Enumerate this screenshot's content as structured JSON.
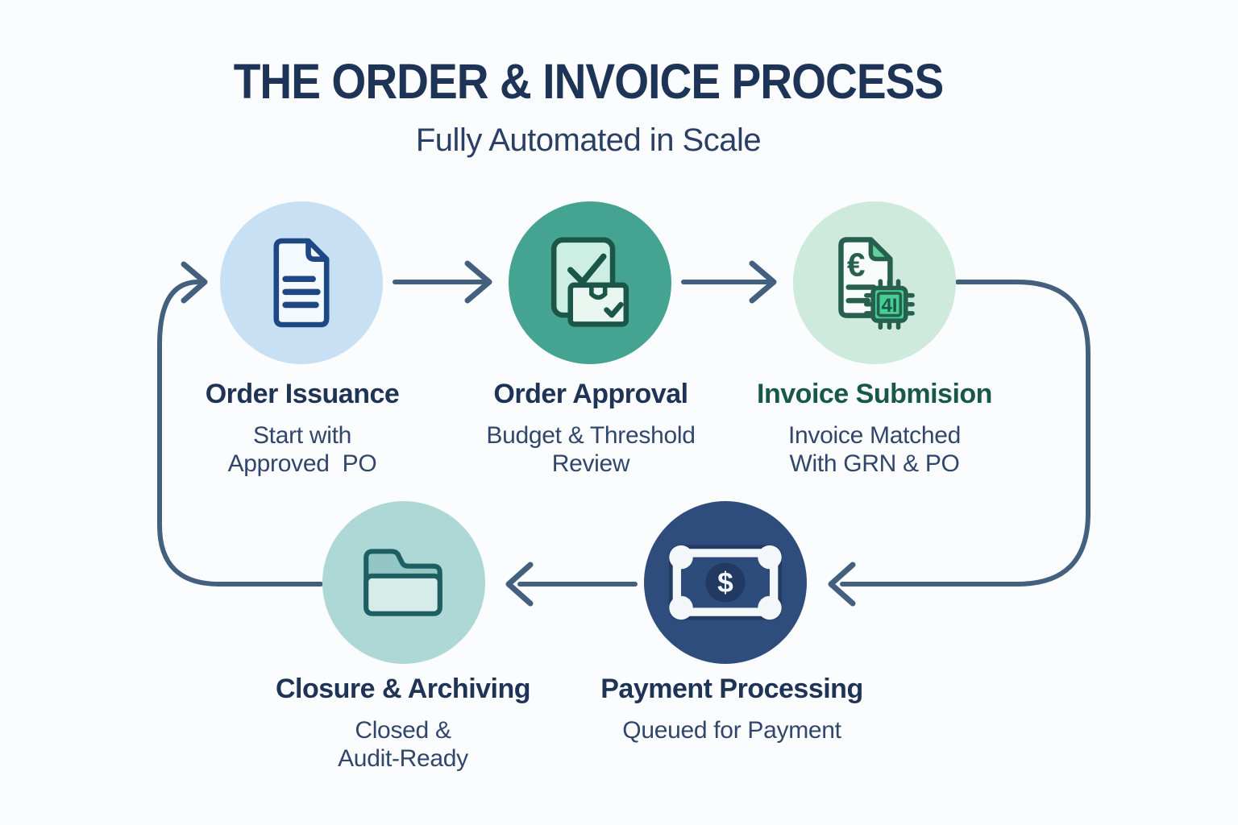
{
  "header": {
    "title": "THE ORDER & INVOICE PROCESS",
    "subtitle": "Fully Automated in Scale"
  },
  "steps": [
    {
      "id": "order-issuance",
      "title": "Order Issuance",
      "subtitle": [
        "Start with",
        "Approved  PO"
      ],
      "icon": "document-icon"
    },
    {
      "id": "order-approval",
      "title": "Order Approval",
      "subtitle": [
        "Budget & Threshold",
        "Review"
      ],
      "icon": "approved-package-icon"
    },
    {
      "id": "invoice-submission",
      "title": "Invoice Submision",
      "subtitle": [
        "Invoice Matched",
        "With GRN & PO"
      ],
      "icon": "invoice-ai-chip-icon",
      "icon_labels": {
        "currency": "€",
        "chip": "4I"
      }
    },
    {
      "id": "payment-processing",
      "title": "Payment Processing",
      "subtitle": [
        "Queued for Payment"
      ],
      "icon": "banknote-icon",
      "icon_labels": {
        "currency": "$"
      }
    },
    {
      "id": "closure-archiving",
      "title": "Closure & Archiving",
      "subtitle": [
        "Closed &",
        "Audit-Ready"
      ],
      "icon": "folder-icon"
    }
  ],
  "palette": {
    "background": "#fbfcfe",
    "title_text": "#1d3457",
    "body_text": "#31466b",
    "green_heading": "#17584a",
    "arrow": "#43607e",
    "circle_order_issuance": "#c8e0f4",
    "circle_order_approval": "#45a392",
    "circle_invoice_submission": "#cdeadd",
    "circle_payment_processing": "#2f4d7c",
    "circle_closure_archiving": "#aed8d5",
    "doc_icon_stroke": "#1d4884",
    "green_icon_stroke": "#1b5648",
    "teal_icon_stroke": "#1d5f63",
    "chip_fill": "#45cf93"
  }
}
